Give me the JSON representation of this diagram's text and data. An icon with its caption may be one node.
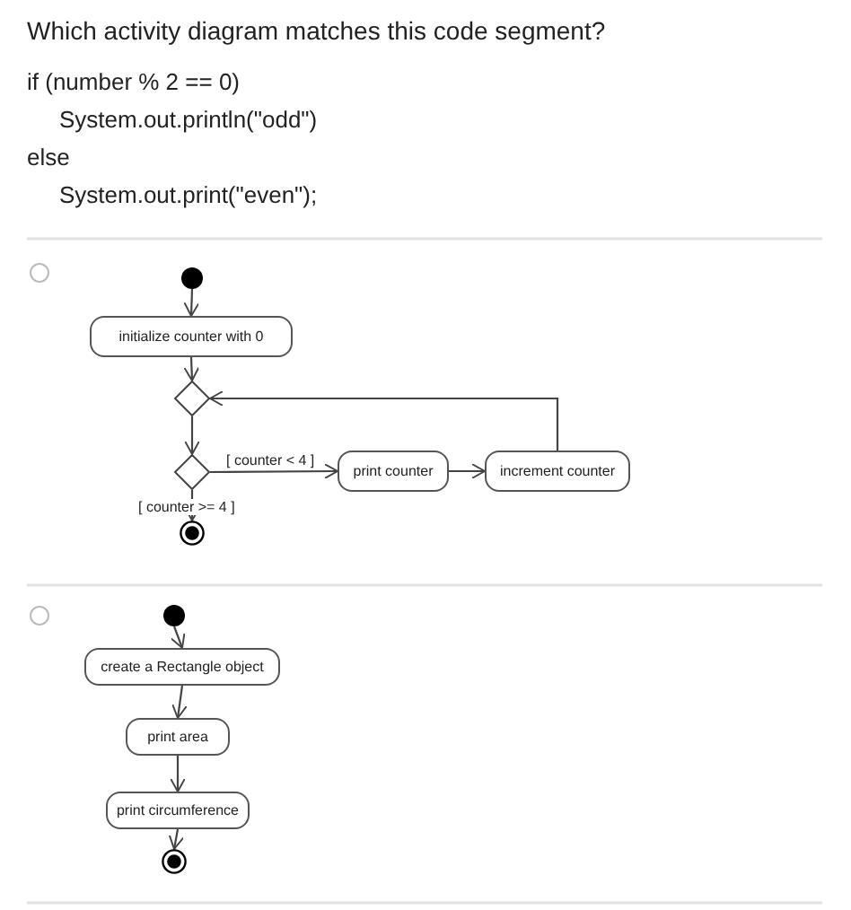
{
  "diagram": {
    "title": "Which activity diagram matches this code segment?",
    "nodes": [
      {
        "text": [],
        "shape": "circle"
      },
      {
        "text": [
          "initialize counter with 0"
        ]
      },
      {
        "text": [],
        "shape": "diamond"
      },
      {
        "text": [],
        "shape": "diamond"
      },
      {
        "text": [
          "print counter"
        ]
      },
      {
        "text": [
          "increment counter"
        ]
      },
      {
        "text": [],
        "shape": "bullseye"
      },
      {
        "text": [],
        "shape": "circle"
      },
      {
        "text": [
          "create a Rectangle object"
        ]
      },
      {
        "text": [
          "print area"
        ]
      },
      {
        "text": [
          "print circumference"
        ]
      },
      {
        "text": [],
        "shape": "bullseye"
      }
    ],
    "edges": [
      {
        "from": 0,
        "to": 1,
        "arrow": "to"
      },
      {
        "from": 1,
        "to": 2,
        "arrow": "to"
      },
      {
        "from": 2,
        "to": 3,
        "arrow": "to"
      },
      {
        "from": 3,
        "to": 4,
        "arrow": "to",
        "label": "[ counter < 4 ]"
      },
      {
        "from": 4,
        "to": 5,
        "arrow": "to"
      },
      {
        "from": 5,
        "to": 2,
        "arrow": "to"
      },
      {
        "from": 3,
        "to": 6,
        "arrow": "to",
        "label": "[ counter >= 4 ]"
      },
      {
        "from": 7,
        "to": 8,
        "arrow": "to"
      },
      {
        "from": 8,
        "to": 9,
        "arrow": "to"
      },
      {
        "from": 9,
        "to": 10,
        "arrow": "to"
      },
      {
        "from": 10,
        "to": 11,
        "arrow": "to"
      }
    ],
    "labels": [
      "if (number % 2 == 0)",
      "System.out.println(\"odd\")",
      "else",
      "System.out.print(\"even\");"
    ]
  }
}
